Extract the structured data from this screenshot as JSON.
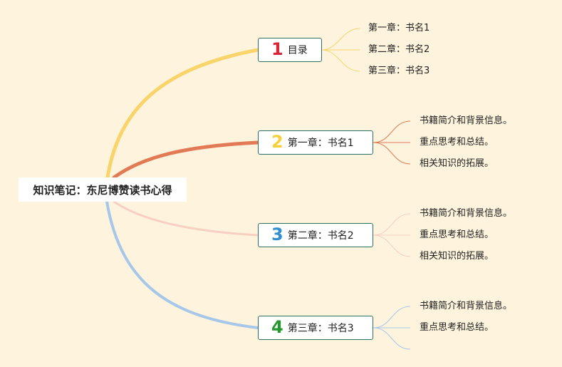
{
  "root": {
    "title": "知识笔记：东尼博赞读书心得"
  },
  "branches": [
    {
      "number": "1",
      "label": "目录",
      "number_color": "#d9243a",
      "line_color": "#f8d46a",
      "leaves": [
        "第一章：书名1",
        "第二章：书名2",
        "第三章：书名3"
      ]
    },
    {
      "number": "2",
      "label": "第一章：书名1",
      "number_color": "#f6cf3b",
      "line_color": "#e27a55",
      "leaves": [
        "书籍简介和背景信息。",
        "重点思考和总结。",
        "相关知识的拓展。"
      ]
    },
    {
      "number": "3",
      "label": "第二章：书名2",
      "number_color": "#2f8fd0",
      "line_color": "#f7d0c2",
      "leaves": [
        "书籍简介和背景信息。",
        "重点思考和总结。",
        "相关知识的拓展。"
      ]
    },
    {
      "number": "4",
      "label": "第三章：书名3",
      "number_color": "#26962f",
      "line_color": "#a6c7ea",
      "leaves": [
        "书籍简介和背景信息。",
        "重点思考和总结。",
        ""
      ]
    }
  ]
}
